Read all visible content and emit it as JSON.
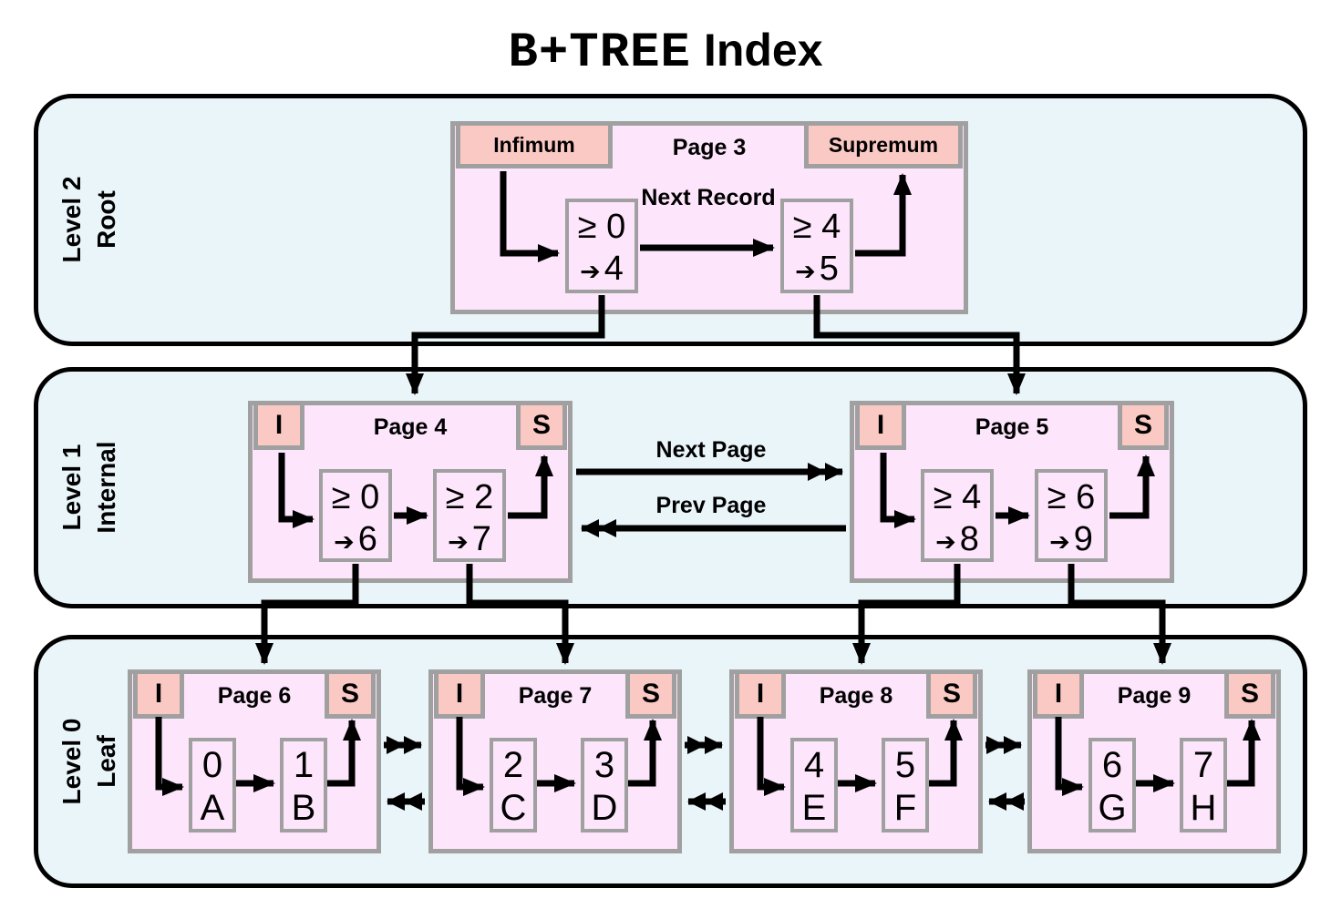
{
  "title": {
    "mono_part": "B+TREE",
    "sans_part": "Index"
  },
  "glyphs": {
    "pointer_arrow": "➔"
  },
  "levels": {
    "root": {
      "name": "Level 2",
      "role": "Root"
    },
    "internal": {
      "name": "Level 1",
      "role": "Internal"
    },
    "leaf": {
      "name": "Level 0",
      "role": "Leaf"
    }
  },
  "labels": {
    "infimum": "Infimum",
    "supremum": "Supremum",
    "infimum_abbrev": "I",
    "supremum_abbrev": "S",
    "next_record": "Next Record",
    "next_page": "Next Page",
    "prev_page": "Prev Page"
  },
  "pages": {
    "page3": {
      "title": "Page 3",
      "records": [
        {
          "key": "≥ 0",
          "to": "4"
        },
        {
          "key": "≥ 4",
          "to": "5"
        }
      ]
    },
    "page4": {
      "title": "Page 4",
      "records": [
        {
          "key": "≥ 0",
          "to": "6"
        },
        {
          "key": "≥ 2",
          "to": "7"
        }
      ]
    },
    "page5": {
      "title": "Page 5",
      "records": [
        {
          "key": "≥ 4",
          "to": "8"
        },
        {
          "key": "≥ 6",
          "to": "9"
        }
      ]
    },
    "page6": {
      "title": "Page 6",
      "records": [
        {
          "value": "0",
          "data": "A"
        },
        {
          "value": "1",
          "data": "B"
        }
      ]
    },
    "page7": {
      "title": "Page 7",
      "records": [
        {
          "value": "2",
          "data": "C"
        },
        {
          "value": "3",
          "data": "D"
        }
      ]
    },
    "page8": {
      "title": "Page 8",
      "records": [
        {
          "value": "4",
          "data": "E"
        },
        {
          "value": "5",
          "data": "F"
        }
      ]
    },
    "page9": {
      "title": "Page 9",
      "records": [
        {
          "value": "6",
          "data": "G"
        },
        {
          "value": "7",
          "data": "H"
        }
      ]
    }
  },
  "colors": {
    "container_fill": "#eaf5fa",
    "page_fill": "#fde5fb",
    "header_fill": "#fac9c4",
    "page_border": "#a0a0a0",
    "line_color": "#000000"
  }
}
